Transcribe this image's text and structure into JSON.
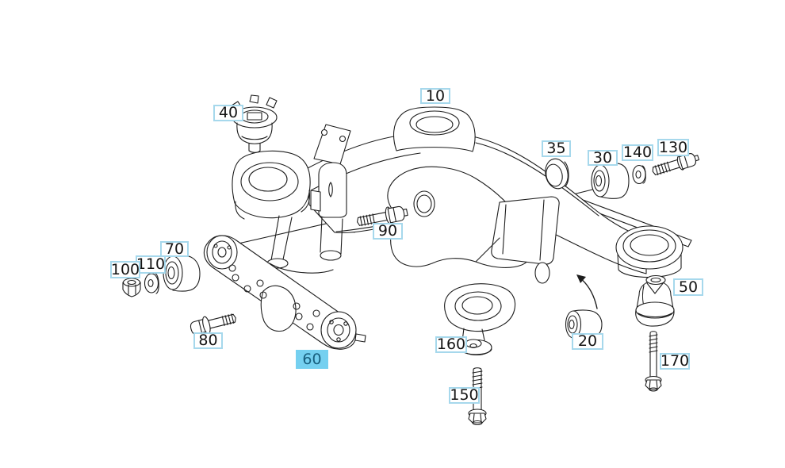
{
  "view": {
    "type": "exploded-parts-diagram",
    "subject": "rear axle carrier / subframe with control arm and mounting hardware"
  },
  "colors": {
    "background": "#ffffff",
    "line": "#1d1d1d",
    "callout_border": "#a6d8ec",
    "callout_bg": "#ffffff",
    "callout_text": "#141414",
    "highlight_bg": "#75d0f0",
    "highlight_text": "#19607f"
  },
  "labels": [
    {
      "text": "10",
      "part": "rear-axle-carrier",
      "highlighted": false
    },
    {
      "text": "40",
      "part": "rubber-mount-top",
      "highlighted": false
    },
    {
      "text": "35",
      "part": "sealing-ring",
      "highlighted": false
    },
    {
      "text": "30",
      "part": "bushing",
      "highlighted": false
    },
    {
      "text": "140",
      "part": "washer",
      "highlighted": false
    },
    {
      "text": "130",
      "part": "hex-bolt",
      "highlighted": false
    },
    {
      "text": "90",
      "part": "hex-bolt",
      "highlighted": false
    },
    {
      "text": "70",
      "part": "bushing",
      "highlighted": false
    },
    {
      "text": "110",
      "part": "washer",
      "highlighted": false
    },
    {
      "text": "100",
      "part": "lock-nut",
      "highlighted": false
    },
    {
      "text": "80",
      "part": "hex-bolt",
      "highlighted": false
    },
    {
      "text": "60",
      "part": "control-arm",
      "highlighted": true
    },
    {
      "text": "160",
      "part": "eccentric-washer",
      "highlighted": false
    },
    {
      "text": "150",
      "part": "hex-bolt-long",
      "highlighted": false
    },
    {
      "text": "20",
      "part": "bushing",
      "highlighted": false
    },
    {
      "text": "50",
      "part": "rubber-mount-rear",
      "highlighted": false
    },
    {
      "text": "170",
      "part": "hex-bolt-long",
      "highlighted": false
    }
  ]
}
